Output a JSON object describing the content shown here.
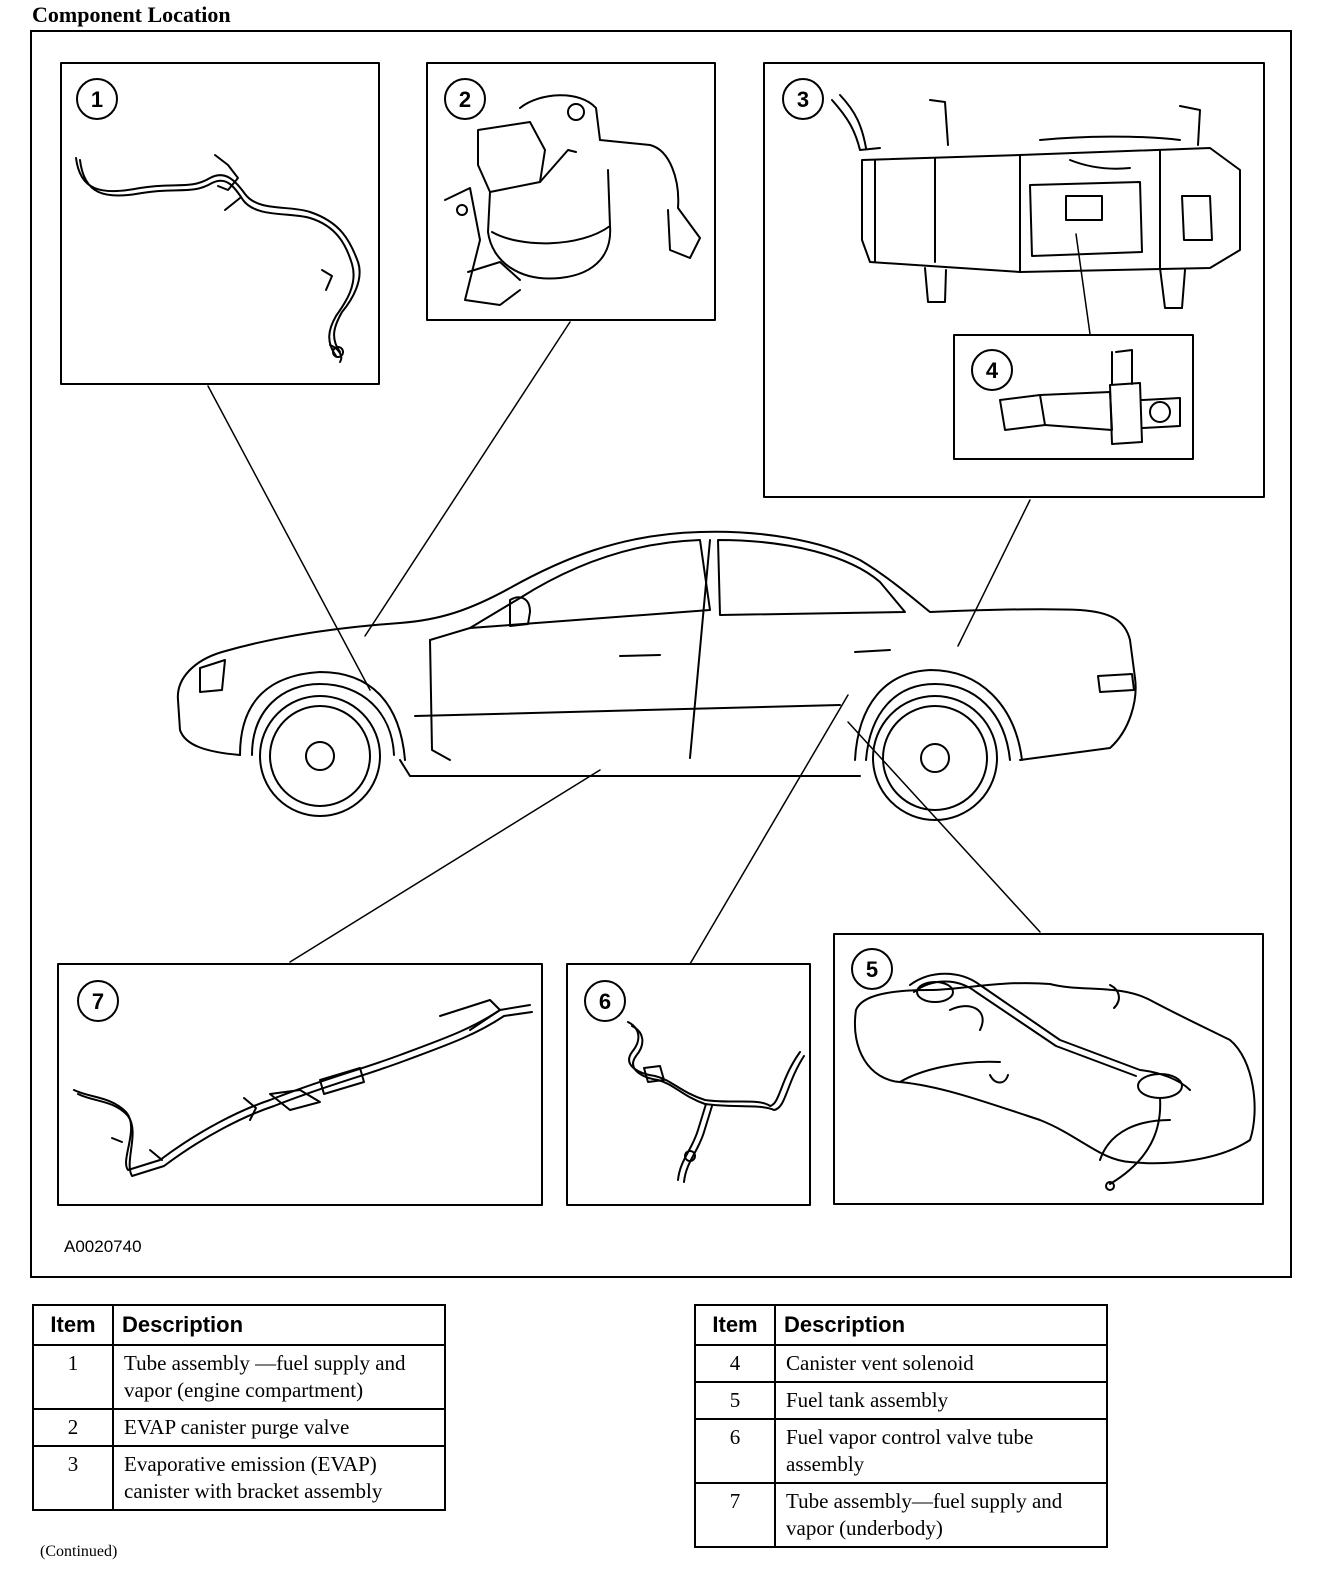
{
  "heading": "Component Location",
  "figure_ref": "A0020740",
  "callouts": [
    "1",
    "2",
    "3",
    "4",
    "5",
    "6",
    "7"
  ],
  "table_left": {
    "col_item": "Item",
    "col_desc": "Description",
    "rows": [
      {
        "item": "1",
        "desc": "Tube assembly —fuel supply and vapor (engine compartment)"
      },
      {
        "item": "2",
        "desc": "EVAP canister purge valve"
      },
      {
        "item": "3",
        "desc": "Evaporative emission (EVAP) canister with bracket assembly"
      }
    ]
  },
  "table_right": {
    "col_item": "Item",
    "col_desc": "Description",
    "rows": [
      {
        "item": "4",
        "desc": "Canister vent solenoid"
      },
      {
        "item": "5",
        "desc": "Fuel tank assembly"
      },
      {
        "item": "6",
        "desc": "Fuel vapor control valve tube assembly"
      },
      {
        "item": "7",
        "desc": "Tube assembly—fuel supply and vapor (underbody)"
      }
    ]
  },
  "footer": "(Continued)"
}
